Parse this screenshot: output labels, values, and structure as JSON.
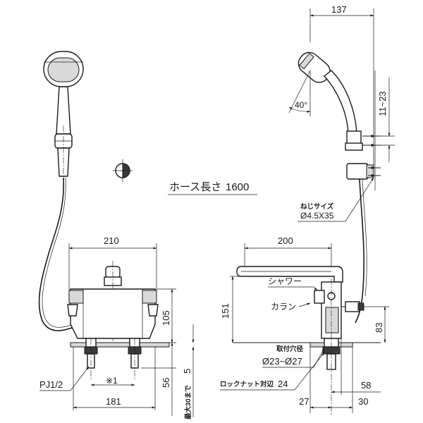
{
  "labels": {
    "hose_length_text": "ホース長さ",
    "hose_length_value": "1600",
    "screw_size_title": "ねじサイズ",
    "screw_size_value": "Ø4.5X35",
    "shower_label": "シャワー",
    "faucet_label": "カラン",
    "mount_hole_title": "取付穴径",
    "mount_hole_value": "Ø23~Ø27",
    "locknut_title": "ロックナット対辺",
    "locknut_value": "24",
    "thread_label": "PJ1/2",
    "note_mark": "※1",
    "max_thickness": "最大30まで",
    "angle_label": "40°"
  },
  "dimensions": {
    "d137": "137",
    "d11_23": "11~23",
    "d210": "210",
    "d200": "200",
    "d151": "151",
    "d105": "105",
    "d83": "83",
    "d56": "56",
    "d181": "181",
    "d5": "5",
    "d58": "58",
    "d27": "27",
    "d30": "30"
  }
}
